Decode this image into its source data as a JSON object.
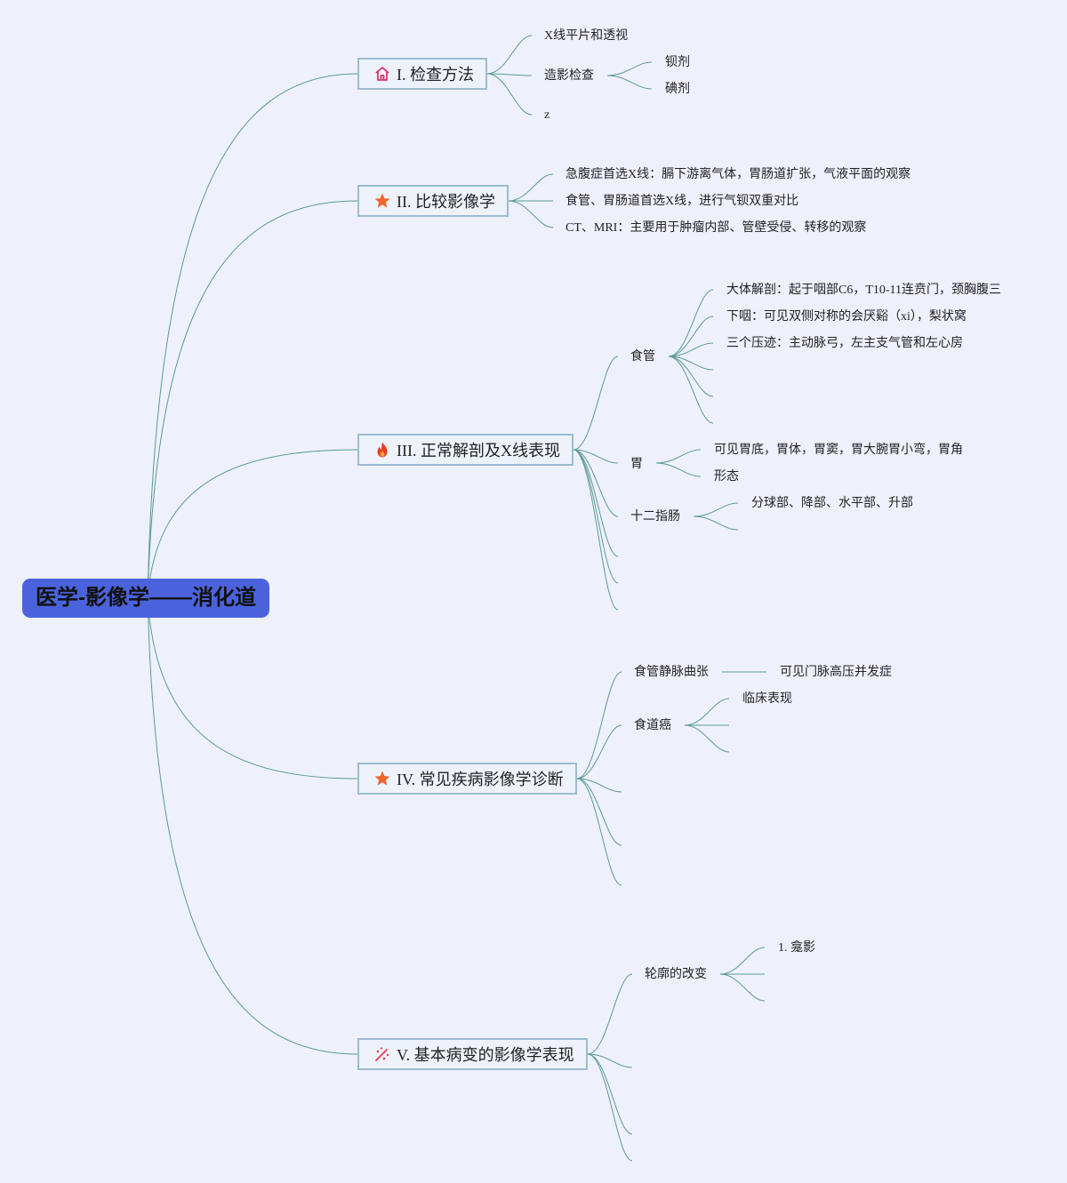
{
  "root": {
    "title": "医学-影像学——消化道"
  },
  "branches": [
    {
      "label": "I. 检查方法",
      "icon": "home-icon",
      "icon_color": "#e0306a",
      "children": [
        {
          "label": "X线平片和透视"
        },
        {
          "label": "造影检查",
          "children": [
            {
              "label": "钡剂"
            },
            {
              "label": "碘剂"
            }
          ]
        },
        {
          "label": "z"
        }
      ]
    },
    {
      "label": "II. 比较影像学",
      "icon": "star-icon",
      "icon_color": "#f0642c",
      "children": [
        {
          "label": "急腹症首选X线：膈下游离气体，胃肠道扩张，气液平面的观察"
        },
        {
          "label": "食管、胃肠道首选X线，进行气钡双重对比"
        },
        {
          "label": "CT、MRI：主要用于肿瘤内部、管壁受侵、转移的观察"
        }
      ]
    },
    {
      "label": "III. 正常解剖及X线表现",
      "icon": "fire-icon",
      "icon_color": "#ea3a1e",
      "children": [
        {
          "label": "食管",
          "children": [
            {
              "label": "大体解剖：起于咽部C6，T10-11连贲门，颈胸腹三"
            },
            {
              "label": "下咽：可见双侧对称的会厌谿（xi），梨状窝"
            },
            {
              "label": "三个压迹：主动脉弓，左主支气管和左心房"
            }
          ]
        },
        {
          "label": "胃",
          "children": [
            {
              "label": "可见胃底，胃体，胃窦，胃大腕胃小弯，胃角"
            },
            {
              "label": "形态"
            }
          ]
        },
        {
          "label": "十二指肠",
          "children": [
            {
              "label": "分球部、降部、水平部、升部"
            }
          ]
        }
      ]
    },
    {
      "label": "IV. 常见疾病影像学诊断",
      "icon": "star-icon",
      "icon_color": "#f0642c",
      "children": [
        {
          "label": "食管静脉曲张",
          "children": [
            {
              "label": "可见门脉高压并发症"
            }
          ]
        },
        {
          "label": "食道癌",
          "children": [
            {
              "label": "临床表现"
            }
          ]
        }
      ]
    },
    {
      "label": "V. 基本病变的影像学表现",
      "icon": "sparkle-icon",
      "icon_color": "#e03a50",
      "children": [
        {
          "label": "轮廓的改变",
          "children": [
            {
              "label": "1. 龛影"
            }
          ]
        }
      ]
    }
  ],
  "colors": {
    "background": "#eef1fc",
    "root_fill": "#4a63dc",
    "node_border": "#9bbcd2",
    "connector": "#5a9a92"
  }
}
